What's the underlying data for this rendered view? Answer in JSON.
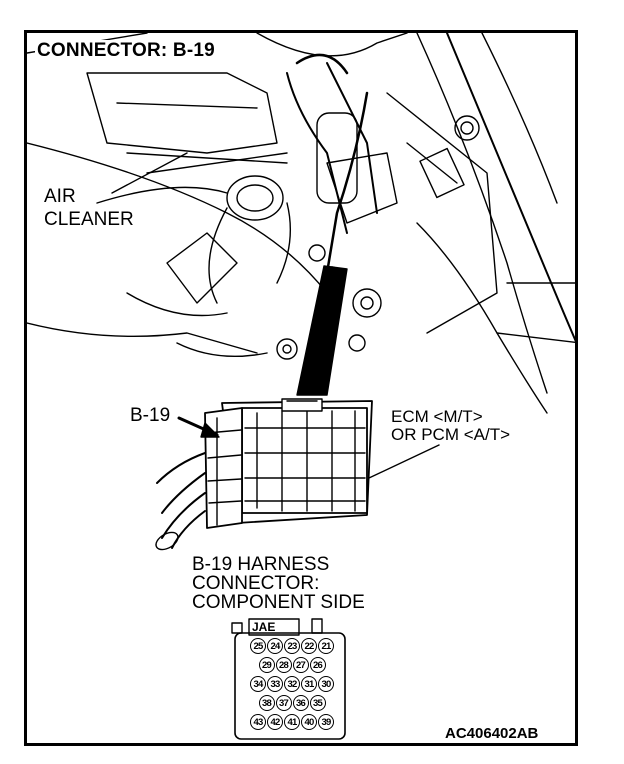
{
  "diagram": {
    "title": "CONNECTOR: B-19",
    "labels": {
      "air_cleaner_line1": "AIR",
      "air_cleaner_line2": "CLEANER",
      "connector_callout": "B-19",
      "ecm_line1": "ECM <M/T>",
      "ecm_line2": "OR PCM <A/T>",
      "harness_line1": "B-19 HARNESS",
      "harness_line2": "CONNECTOR:",
      "harness_line3": "COMPONENT SIDE",
      "connector_brand": "JAE",
      "figure_code": "AC406402AB"
    },
    "pin_rows": [
      [
        "25",
        "24",
        "23",
        "22",
        "21"
      ],
      [
        "29",
        "28",
        "27",
        "26"
      ],
      [
        "34",
        "33",
        "32",
        "31",
        "30"
      ],
      [
        "38",
        "37",
        "36",
        "35"
      ],
      [
        "43",
        "42",
        "41",
        "40",
        "39"
      ]
    ]
  }
}
